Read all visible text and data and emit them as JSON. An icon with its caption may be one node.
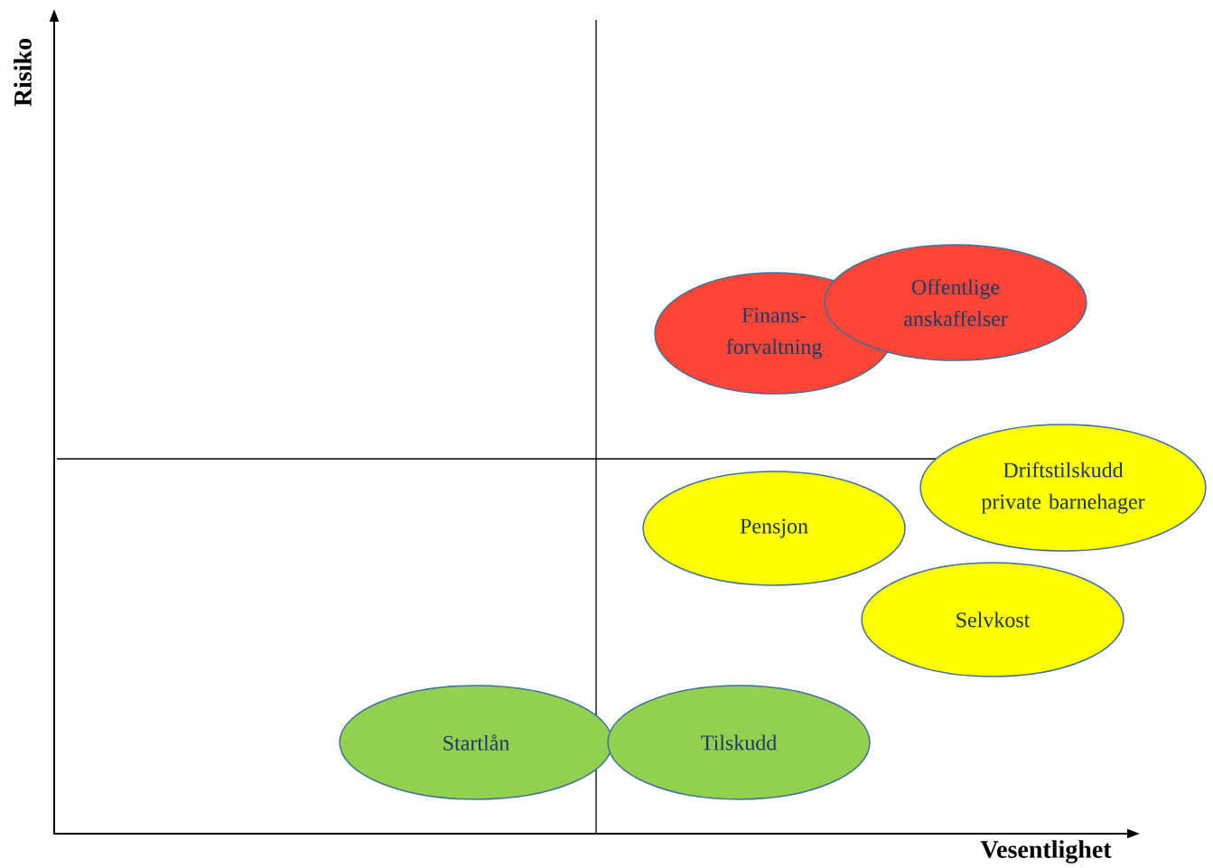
{
  "diagram": {
    "nodes": [
      {
        "text": [
          "Finans- forvaltning"
        ]
      },
      {
        "text": [
          "Offentlige anskaffelser"
        ]
      },
      {
        "text": [
          "Driftstilskudd private barnehager"
        ]
      },
      {
        "text": [
          "Pensjon"
        ]
      },
      {
        "text": [
          "Selvkost"
        ]
      },
      {
        "text": [
          "Startlån"
        ]
      },
      {
        "text": [
          "Tilskudd"
        ]
      }
    ],
    "labels": [
      "Risiko",
      "Vesentlighet"
    ]
  }
}
